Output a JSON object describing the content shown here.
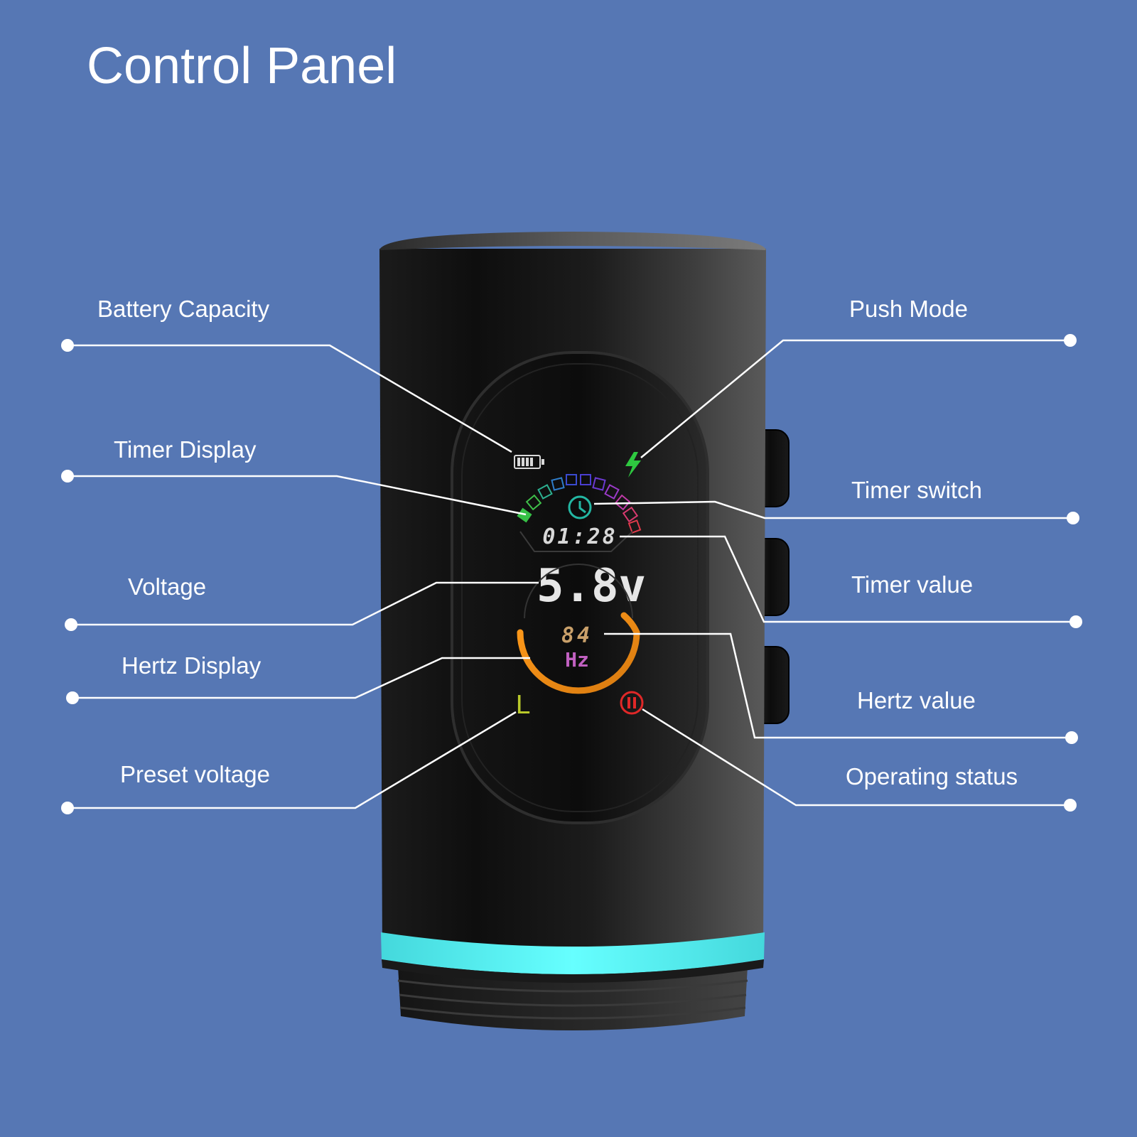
{
  "title": "Control Panel",
  "callouts": {
    "battery_capacity": "Battery Capacity",
    "timer_display": "Timer Display",
    "voltage": "Voltage",
    "hertz_display": "Hertz Display",
    "preset_voltage": "Preset voltage",
    "push_mode": "Push Mode",
    "timer_switch": "Timer switch",
    "timer_value": "Timer value",
    "hertz_value": "Hertz value",
    "operating_status": "Operating status"
  },
  "screen": {
    "timer_readout": "01:28",
    "voltage_readout": "5.8v",
    "hertz_number": "84",
    "hertz_unit": "Hz",
    "preset_glyph": "L"
  },
  "colors": {
    "background": "#5677b4",
    "body": "#141414",
    "glow_ring": "#5ff5f5",
    "battery": "#d8d8d8",
    "bolt": "#2ec840",
    "clock": "#23b7a3",
    "timer_text": "#d8d8d8",
    "voltage_text": "#e6e6e6",
    "hz_number": "#c9a06a",
    "hz_unit": "#c060c0",
    "hz_arc": "#e8901c",
    "preset": "#b9c92a",
    "status": "#e02828",
    "leader": "#ffffff"
  },
  "icons": {
    "battery": "battery-icon",
    "push_mode": "lightning-bolt-icon",
    "timer_switch": "clock-icon",
    "operating_status": "pause-icon"
  }
}
